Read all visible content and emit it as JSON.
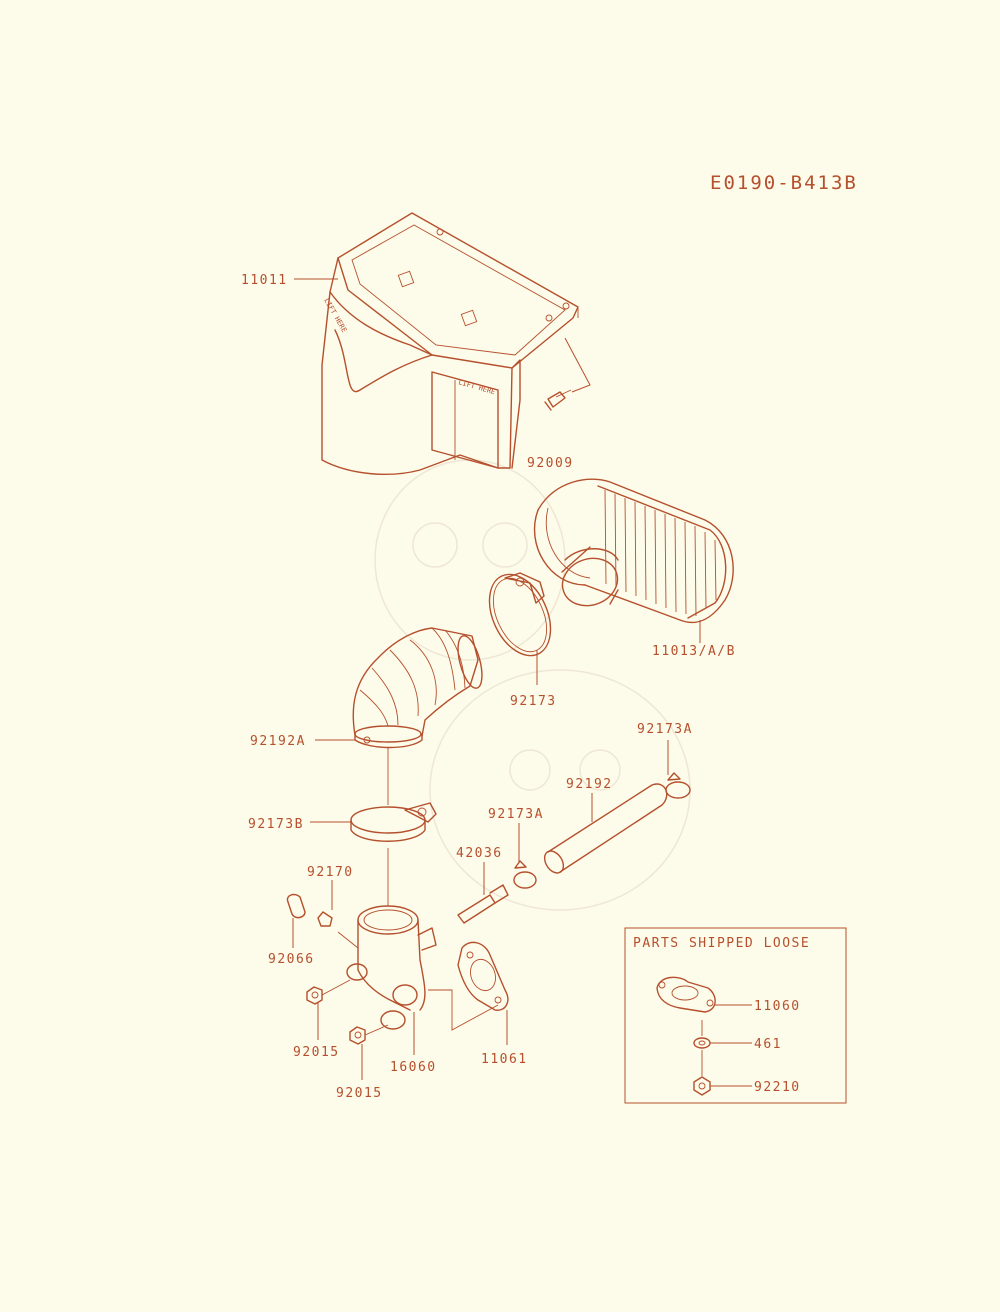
{
  "diagram_code": "E0190-B413B",
  "box_title": "PARTS SHIPPED LOOSE",
  "housing_text": "LIFT HERE",
  "callouts": {
    "cover": "11011",
    "bolt": "92009",
    "element": "11013/A/B",
    "clamp_large": "92173",
    "elbow": "92192A",
    "clamp_small_top": "92173A",
    "hose": "92192",
    "clamp_small_mid": "92173A",
    "clamp_b": "92173B",
    "fitting": "42036",
    "plug": "92170",
    "cap": "92066",
    "nut_left": "92015",
    "nut_bottom": "92015",
    "holder": "16060",
    "gasket": "11061",
    "gasket_loose": "11060",
    "washer_loose": "461",
    "nut_loose": "92210"
  },
  "colors": {
    "ink": "#b5502e",
    "paper": "#fdfbe9"
  }
}
